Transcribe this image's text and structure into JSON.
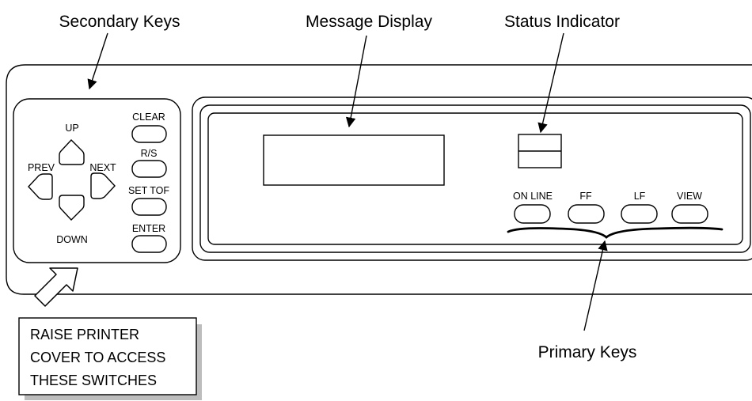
{
  "callouts": {
    "secondary_keys": "Secondary Keys",
    "message_display": "Message Display",
    "status_indicator": "Status Indicator",
    "primary_keys": "Primary Keys"
  },
  "secondary_keys": {
    "up": "UP",
    "prev": "PREV",
    "next": "NEXT",
    "down": "DOWN",
    "clear": "CLEAR",
    "rs": "R/S",
    "set_tof": "SET TOF",
    "enter": "ENTER"
  },
  "primary_keys": {
    "on_line": "ON LINE",
    "ff": "FF",
    "lf": "LF",
    "view": "VIEW"
  },
  "note": {
    "line1": "RAISE PRINTER",
    "line2": "COVER TO ACCESS",
    "line3": "THESE SWITCHES"
  }
}
